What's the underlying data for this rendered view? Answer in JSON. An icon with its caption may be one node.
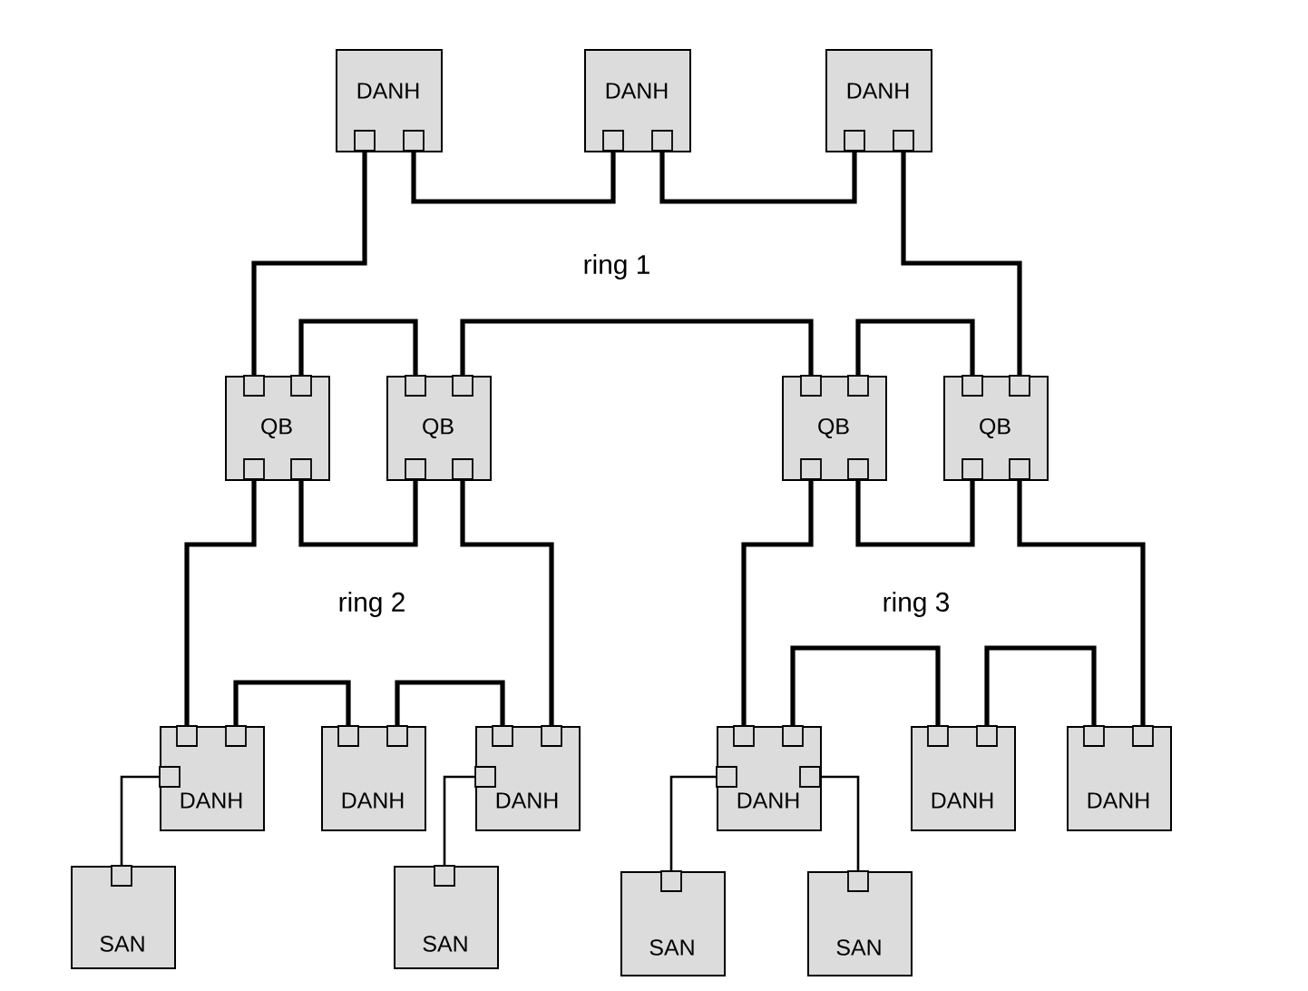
{
  "diagram": {
    "nodes": [
      {
        "text": [
          "DANH"
        ]
      },
      {
        "text": [
          "DANH"
        ]
      },
      {
        "text": [
          "DANH"
        ]
      },
      {
        "text": [
          "QB"
        ]
      },
      {
        "text": [
          "QB"
        ]
      },
      {
        "text": [
          "QB"
        ]
      },
      {
        "text": [
          "QB"
        ]
      },
      {
        "text": [
          "DANH"
        ]
      },
      {
        "text": [
          "DANH"
        ]
      },
      {
        "text": [
          "DANH"
        ]
      },
      {
        "text": [
          "DANH"
        ]
      },
      {
        "text": [
          "DANH"
        ]
      },
      {
        "text": [
          "DANH"
        ]
      },
      {
        "text": [
          "SAN"
        ]
      },
      {
        "text": [
          "SAN"
        ]
      },
      {
        "text": [
          "SAN"
        ]
      },
      {
        "text": [
          "SAN"
        ]
      }
    ],
    "edges": [
      {
        "from": 0,
        "to": 3,
        "arrow": "none"
      },
      {
        "from": 0,
        "to": 1,
        "arrow": "none"
      },
      {
        "from": 1,
        "to": 2,
        "arrow": "none"
      },
      {
        "from": 2,
        "to": 6,
        "arrow": "none"
      },
      {
        "from": 3,
        "to": 4,
        "arrow": "none"
      },
      {
        "from": 4,
        "to": 5,
        "arrow": "none"
      },
      {
        "from": 5,
        "to": 6,
        "arrow": "none"
      },
      {
        "from": 3,
        "to": 7,
        "arrow": "none"
      },
      {
        "from": 3,
        "to": 4,
        "arrow": "none"
      },
      {
        "from": 4,
        "to": 9,
        "arrow": "none"
      },
      {
        "from": 7,
        "to": 8,
        "arrow": "none"
      },
      {
        "from": 8,
        "to": 9,
        "arrow": "none"
      },
      {
        "from": 5,
        "to": 10,
        "arrow": "none"
      },
      {
        "from": 5,
        "to": 6,
        "arrow": "none"
      },
      {
        "from": 6,
        "to": 12,
        "arrow": "none"
      },
      {
        "from": 10,
        "to": 11,
        "arrow": "none"
      },
      {
        "from": 11,
        "to": 12,
        "arrow": "none"
      },
      {
        "from": 7,
        "to": 13,
        "arrow": "none"
      },
      {
        "from": 9,
        "to": 14,
        "arrow": "none"
      },
      {
        "from": 10,
        "to": 15,
        "arrow": "none"
      },
      {
        "from": 10,
        "to": 16,
        "arrow": "none"
      }
    ],
    "labels": [
      "ring 1",
      "ring 2",
      "ring 3"
    ]
  }
}
